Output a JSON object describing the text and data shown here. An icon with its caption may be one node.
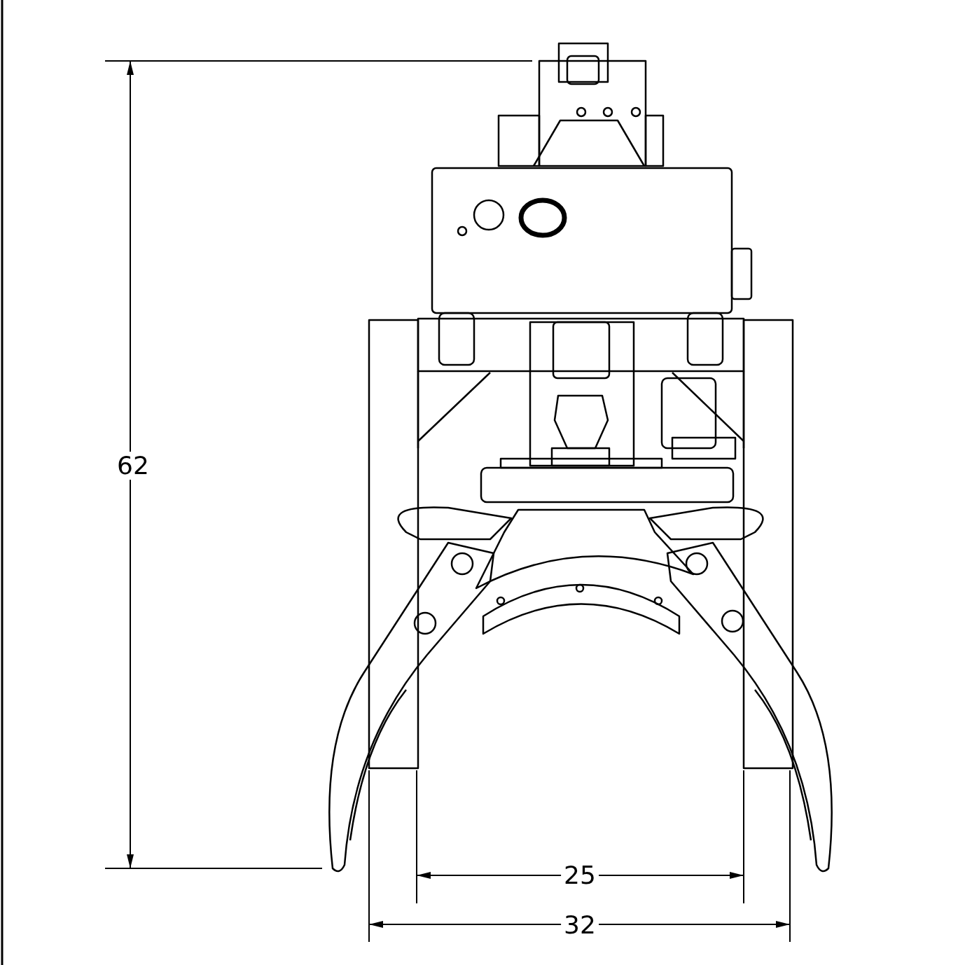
{
  "diagram": {
    "labels": [
      "62",
      "25",
      "32"
    ]
  }
}
